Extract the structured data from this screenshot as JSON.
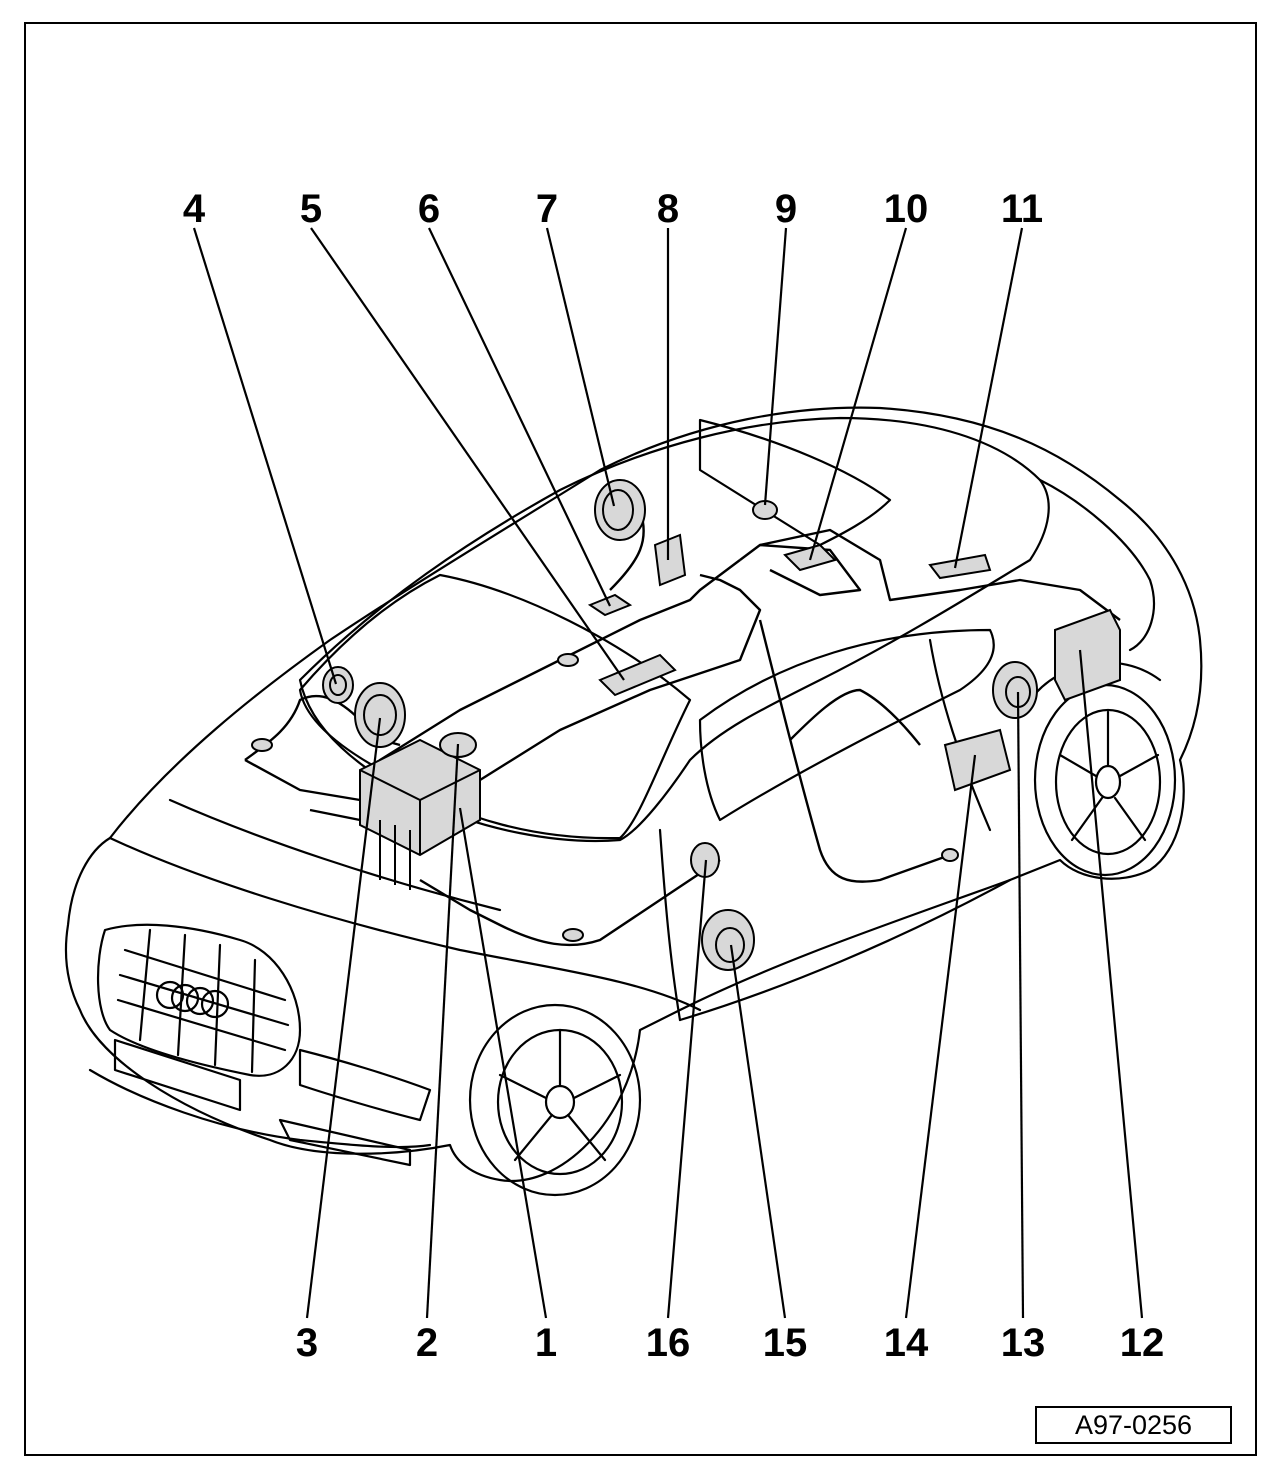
{
  "diagram": {
    "figure_code": "A97-0256",
    "callouts": [
      {
        "id": "1",
        "label": "1"
      },
      {
        "id": "2",
        "label": "2"
      },
      {
        "id": "3",
        "label": "3"
      },
      {
        "id": "4",
        "label": "4"
      },
      {
        "id": "5",
        "label": "5"
      },
      {
        "id": "6",
        "label": "6"
      },
      {
        "id": "7",
        "label": "7"
      },
      {
        "id": "8",
        "label": "8"
      },
      {
        "id": "9",
        "label": "9"
      },
      {
        "id": "10",
        "label": "10"
      },
      {
        "id": "11",
        "label": "11"
      },
      {
        "id": "12",
        "label": "12"
      },
      {
        "id": "13",
        "label": "13"
      },
      {
        "id": "14",
        "label": "14"
      },
      {
        "id": "15",
        "label": "15"
      },
      {
        "id": "16",
        "label": "16"
      }
    ]
  }
}
